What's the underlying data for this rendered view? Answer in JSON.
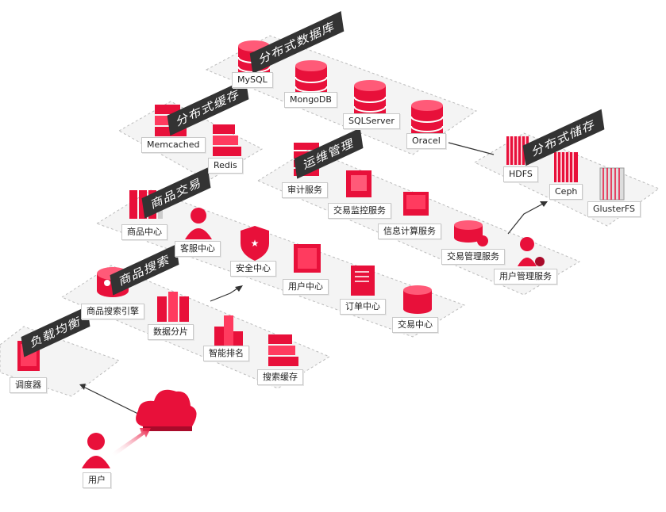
{
  "groups": {
    "distributed_db": "分布式数据库",
    "distributed_cache": "分布式缓存",
    "trade": "商品交易",
    "ops": "运维管理",
    "storage": "分布式储存",
    "search": "商品搜索",
    "load_balance": "负载均衡"
  },
  "nodes": {
    "mysql": "MySQL",
    "mongodb": "MongoDB",
    "sqlserver": "SQLServer",
    "oracel": "Oracel",
    "memcached": "Memcached",
    "redis": "Redis",
    "audit": "审计服务",
    "trade_monitor": "交易监控服务",
    "info_compute": "信息计算服务",
    "trade_manage": "交易管理服务",
    "user_manage": "用户管理服务",
    "hdfs": "HDFS",
    "ceph": "Ceph",
    "glusterfs": "GlusterFS",
    "goods_center": "商品中心",
    "customer_center": "客服中心",
    "security_center": "安全中心",
    "user_center": "用户中心",
    "order_center": "订单中心",
    "trade_center": "交易中心",
    "search_engine": "商品搜索引擎",
    "data_shard": "数据分片",
    "smart_rank": "智能排名",
    "search_cache": "搜索缓存",
    "dispatcher": "调度器",
    "user": "用户"
  },
  "colors": {
    "accent": "#e8103a",
    "accent_dark": "#a90a2a",
    "banner": "#333333",
    "platform": "#f3f3f3",
    "platform_border": "#bdbdbd"
  }
}
